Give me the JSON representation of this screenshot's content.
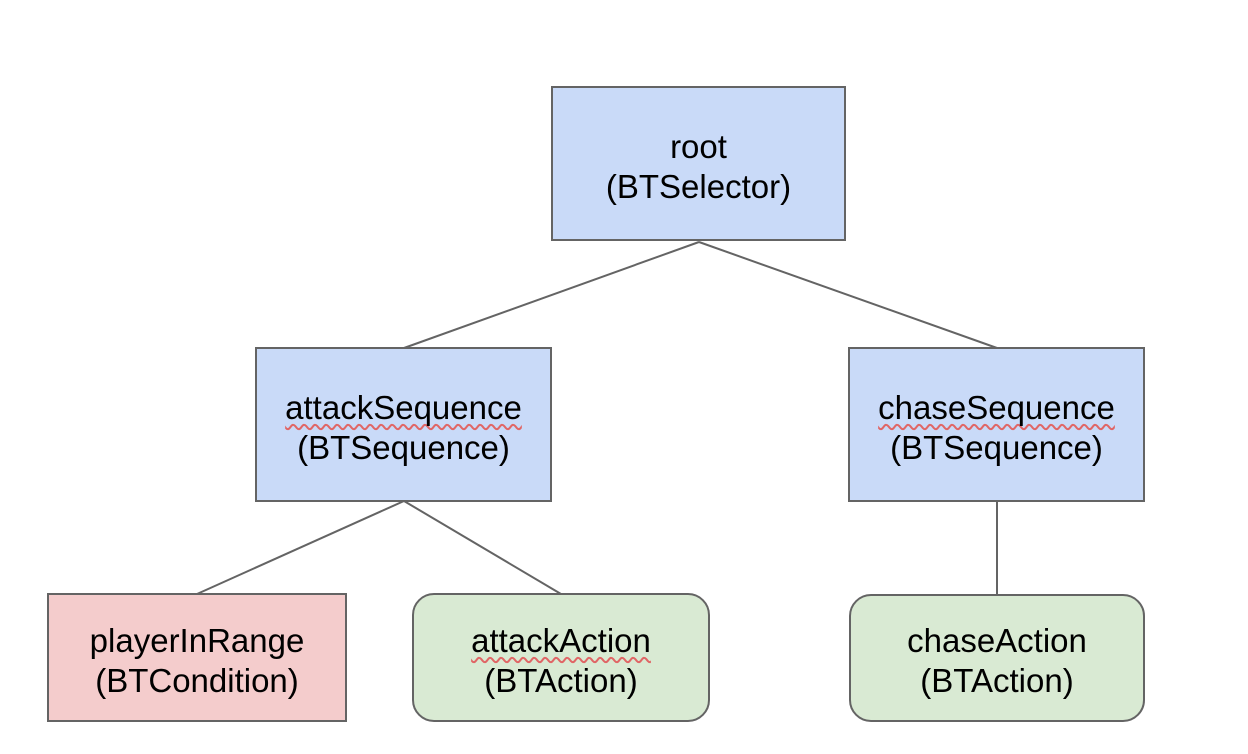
{
  "diagram": {
    "kind": "behavior-tree",
    "background_color": "#ffffff",
    "colors": {
      "composite_fill": "#c9daf8",
      "condition_fill": "#f4cccc",
      "action_fill": "#d9ead3",
      "border": "#646464",
      "connector": "#646464",
      "text": "#000000",
      "spellcheck_squiggle": "#e06666"
    },
    "nodes": [
      {
        "id": "root",
        "line1": "root",
        "line2": "(BTSelector)",
        "node_type": "BTSelector",
        "shape": "rectangle",
        "fill": "#c9daf8",
        "line1_misspelled": false
      },
      {
        "id": "attackSequence",
        "line1": "attackSequence",
        "line2": "(BTSequence)",
        "node_type": "BTSequence",
        "shape": "rectangle",
        "fill": "#c9daf8",
        "line1_misspelled": true
      },
      {
        "id": "chaseSequence",
        "line1": "chaseSequence",
        "line2": "(BTSequence)",
        "node_type": "BTSequence",
        "shape": "rectangle",
        "fill": "#c9daf8",
        "line1_misspelled": true
      },
      {
        "id": "playerInRange",
        "line1": "playerInRange",
        "line2": "(BTCondition)",
        "node_type": "BTCondition",
        "shape": "rectangle",
        "fill": "#f4cccc",
        "line1_misspelled": false
      },
      {
        "id": "attackAction",
        "line1": "attackAction",
        "line2": "(BTAction)",
        "node_type": "BTAction",
        "shape": "rounded-rectangle",
        "fill": "#d9ead3",
        "line1_misspelled": true
      },
      {
        "id": "chaseAction",
        "line1": "chaseAction",
        "line2": "(BTAction)",
        "node_type": "BTAction",
        "shape": "rounded-rectangle",
        "fill": "#d9ead3",
        "line1_misspelled": false
      }
    ],
    "edges": [
      {
        "from": "root",
        "to": "attackSequence"
      },
      {
        "from": "root",
        "to": "chaseSequence"
      },
      {
        "from": "attackSequence",
        "to": "playerInRange"
      },
      {
        "from": "attackSequence",
        "to": "attackAction"
      },
      {
        "from": "chaseSequence",
        "to": "chaseAction"
      }
    ]
  }
}
